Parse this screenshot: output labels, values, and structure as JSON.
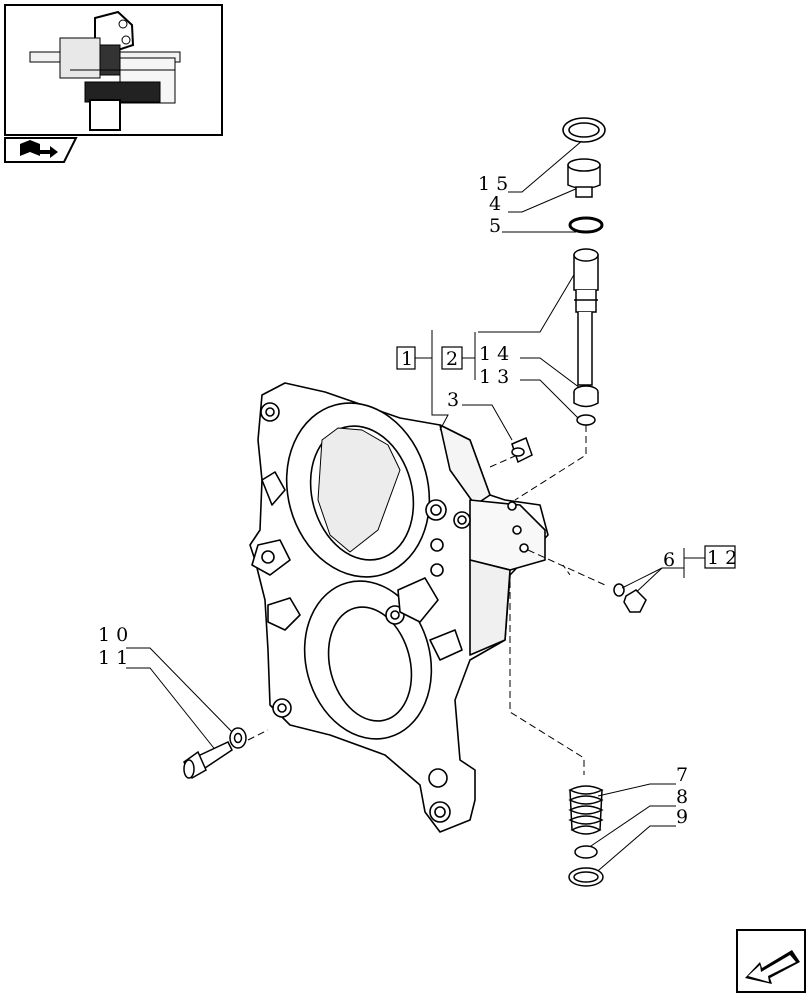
{
  "callouts": {
    "c15": "1 5",
    "c4": "4",
    "c5": "5",
    "c1": "1",
    "c2": "2",
    "c14": "1 4",
    "c13": "1 3",
    "c3": "3",
    "c6": "6",
    "c12": "1 2",
    "c10": "1 0",
    "c11": "1 1",
    "c7": "7",
    "c8": "8",
    "c9": "9"
  },
  "icons": {
    "thumbnail": "transmission-section-thumbnail-icon",
    "section_tab": "book-arrow-icon",
    "next_page": "next-page-arrow-icon"
  }
}
